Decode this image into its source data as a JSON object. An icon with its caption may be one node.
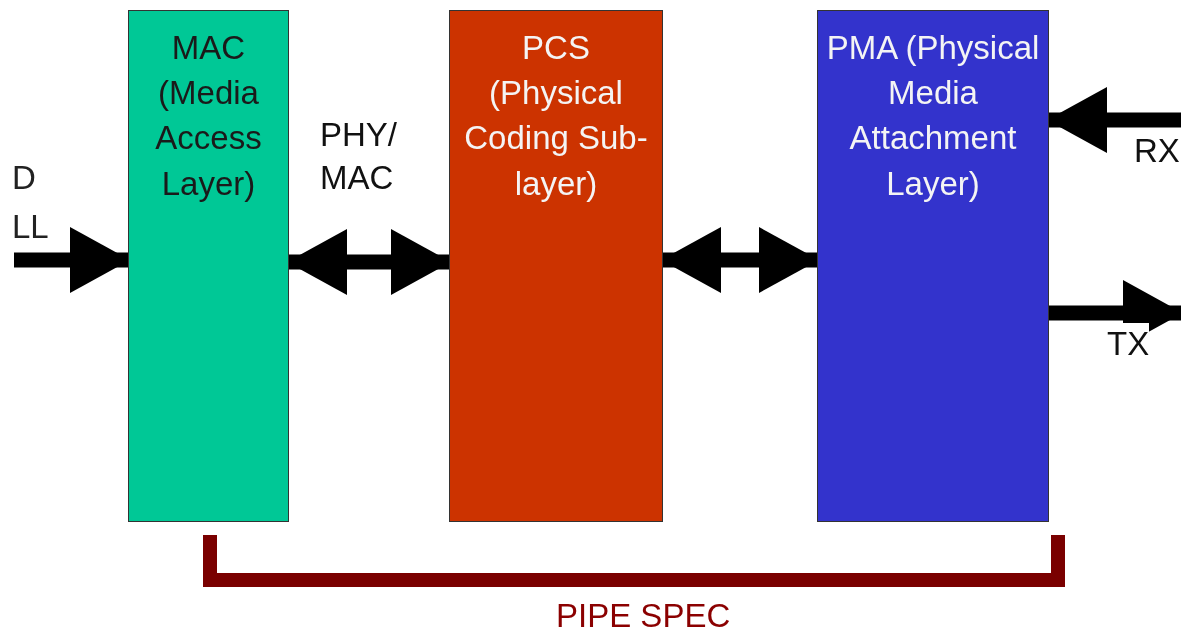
{
  "diagram": {
    "nodes": [
      {
        "text": [
          "MAC (Media Access Layer)"
        ]
      },
      {
        "text": [
          "PCS (Physical Coding Sub-layer)"
        ]
      },
      {
        "text": [
          "PMA (Physical Media Attachment Layer)"
        ]
      }
    ],
    "edges": [
      {
        "from": null,
        "to": 0,
        "arrow": "to"
      },
      {
        "from": 0,
        "to": 1,
        "arrow": "both",
        "label": "PHY/ MAC"
      },
      {
        "from": 1,
        "to": 2,
        "arrow": "both"
      },
      {
        "from": null,
        "to": 2,
        "arrow": "to",
        "label": "RX"
      },
      {
        "from": 2,
        "to": null,
        "arrow": "to",
        "label": "TX"
      }
    ],
    "labels": [
      "D",
      "LL",
      "PIPE SPEC"
    ]
  }
}
